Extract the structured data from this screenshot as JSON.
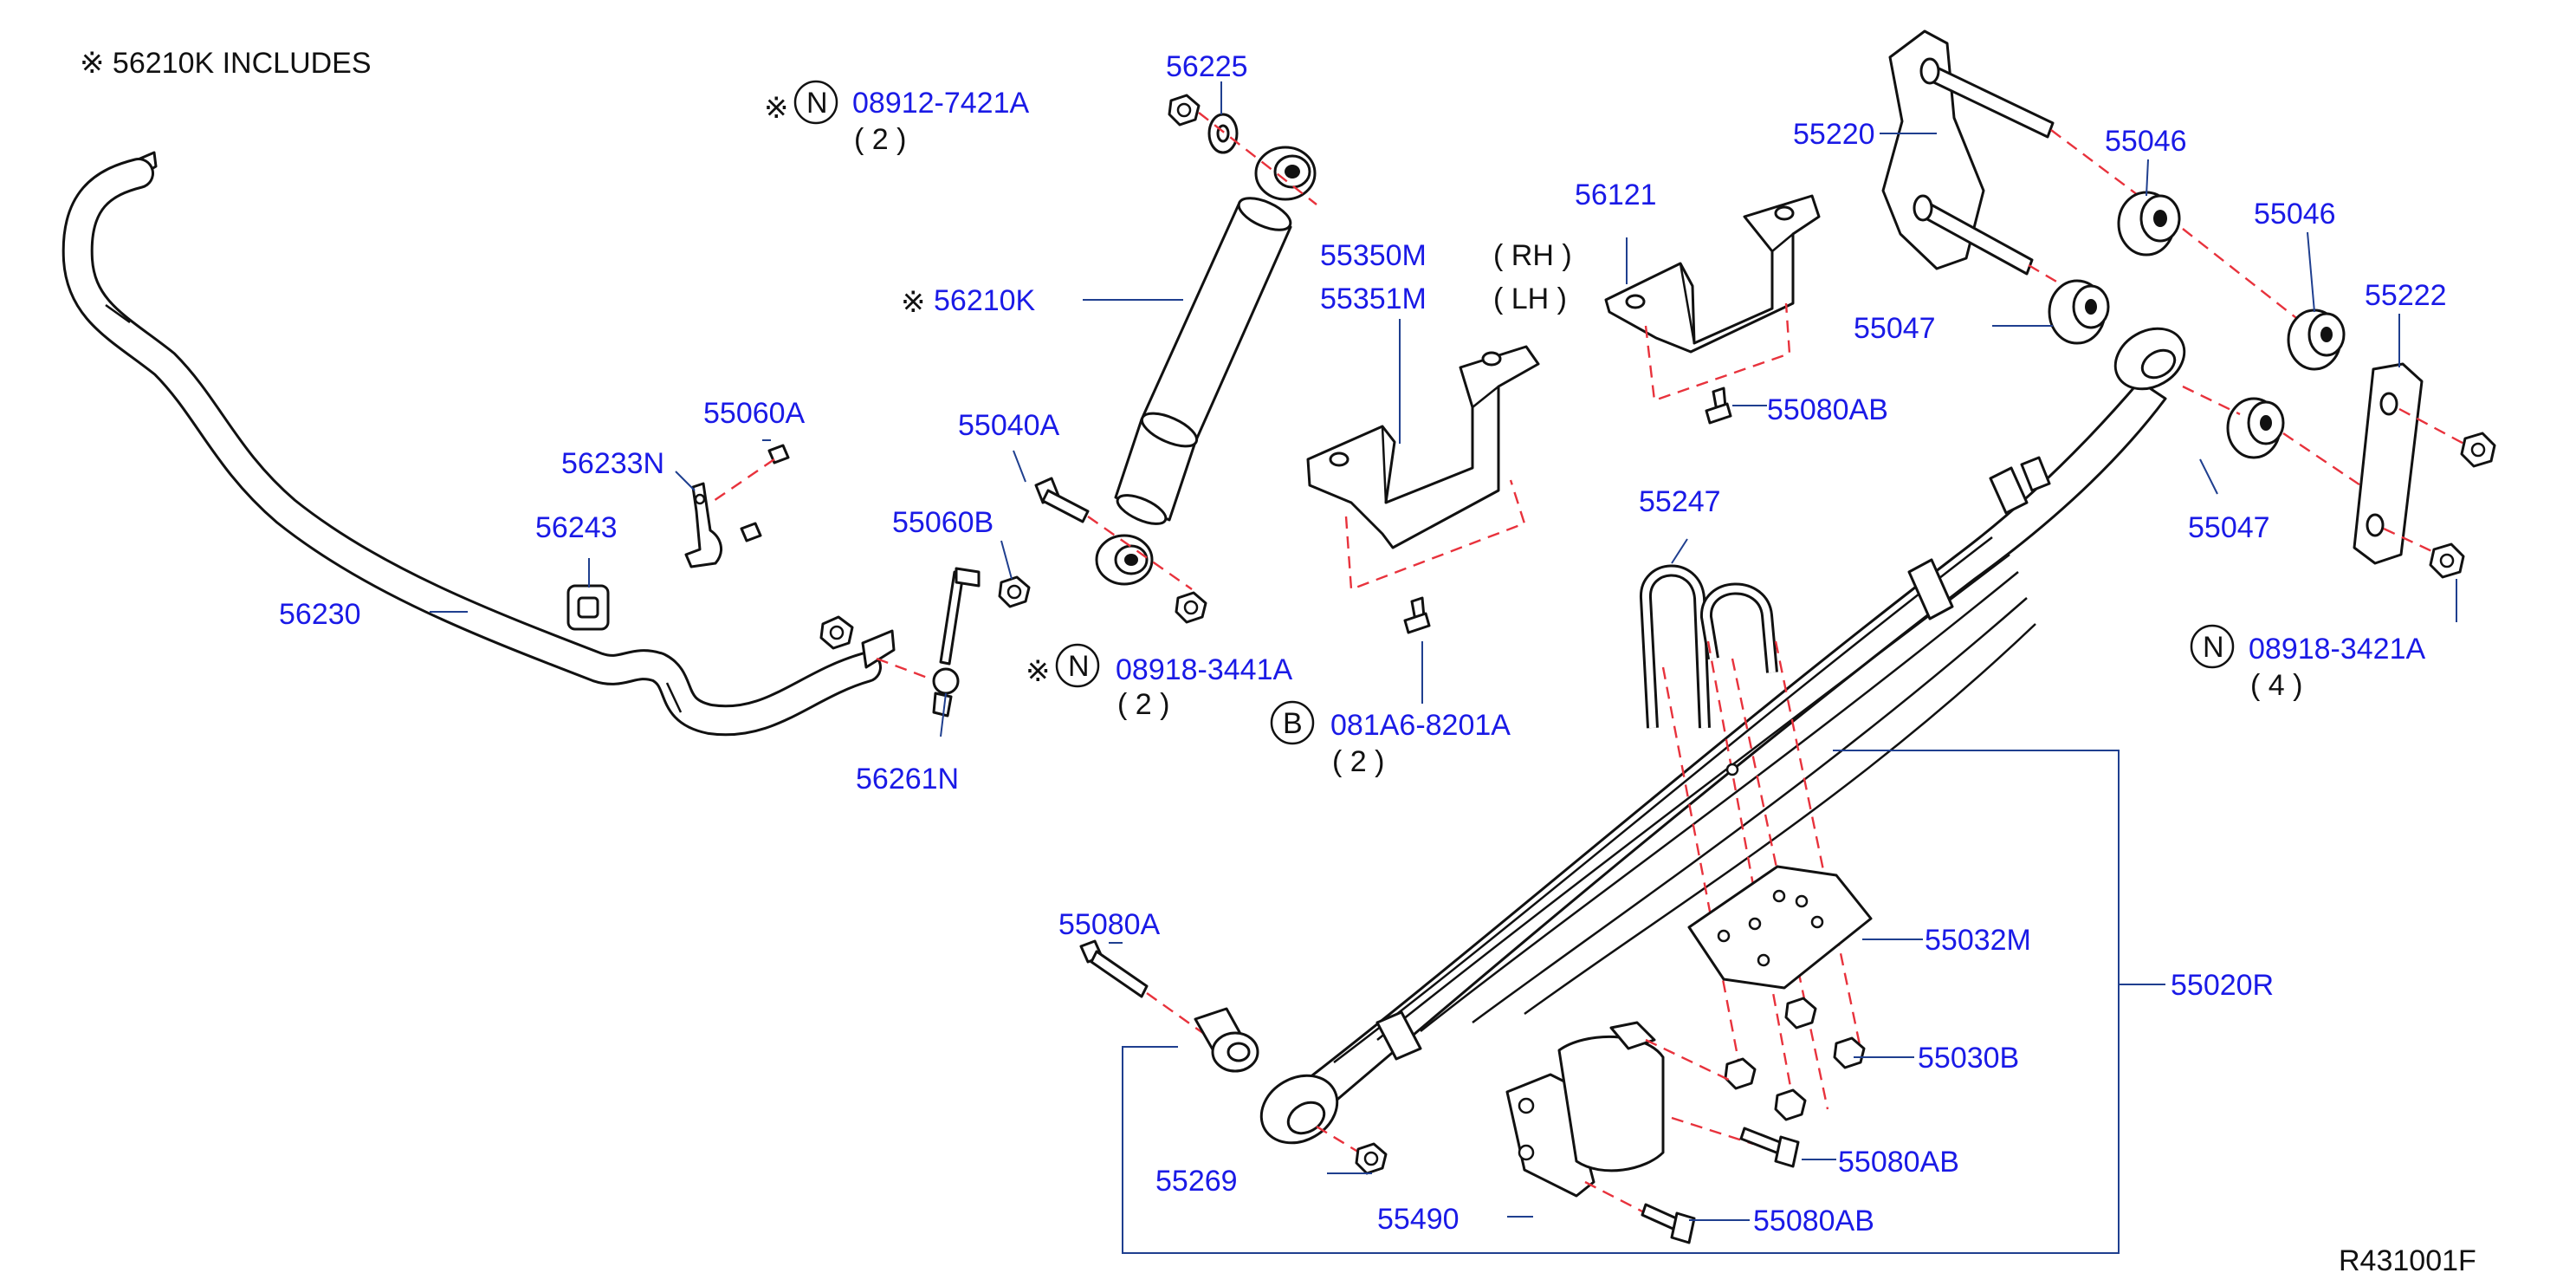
{
  "note": "※ 56210K   INCLUDES",
  "diagram_id": "R431001F",
  "colors": {
    "part_number": "#1a1ae6",
    "leader": "#1f3f8f",
    "centerline": "#e8323c",
    "outline": "#111111"
  },
  "labels": {
    "p56225": "56225",
    "p08912": "08912-7421A",
    "q08912": "( 2 )",
    "p56210k": "56210K",
    "p55350m": "55350M",
    "p55351m": "55351M",
    "rh": "( RH )",
    "lh": "( LH )",
    "p55220": "55220",
    "p56121": "56121",
    "p55046a": "55046",
    "p55046b": "55046",
    "p55047a": "55047",
    "p55222": "55222",
    "p55080ab_top": "55080AB",
    "p55060a": "55060A",
    "p56233n": "56233N",
    "p56243": "56243",
    "p56230": "56230",
    "p55040a": "55040A",
    "p55060b": "55060B",
    "p55247": "55247",
    "p55047b": "55047",
    "p08918_3441": "08918-3441A",
    "q08918_3441": "( 2 )",
    "p081a6": "081A6-8201A",
    "q081a6": "( 2 )",
    "p08918_3421": "08918-3421A",
    "q08918_3421": "( 4 )",
    "p56261n": "56261N",
    "p55080a": "55080A",
    "p55032m": "55032M",
    "p55020r": "55020R",
    "p55030b": "55030B",
    "p55269": "55269",
    "p55080ab_mid": "55080AB",
    "p55490": "55490",
    "p55080ab_bot": "55080AB"
  },
  "markers": {
    "ref": "※",
    "nut": "N",
    "bolt": "B"
  }
}
